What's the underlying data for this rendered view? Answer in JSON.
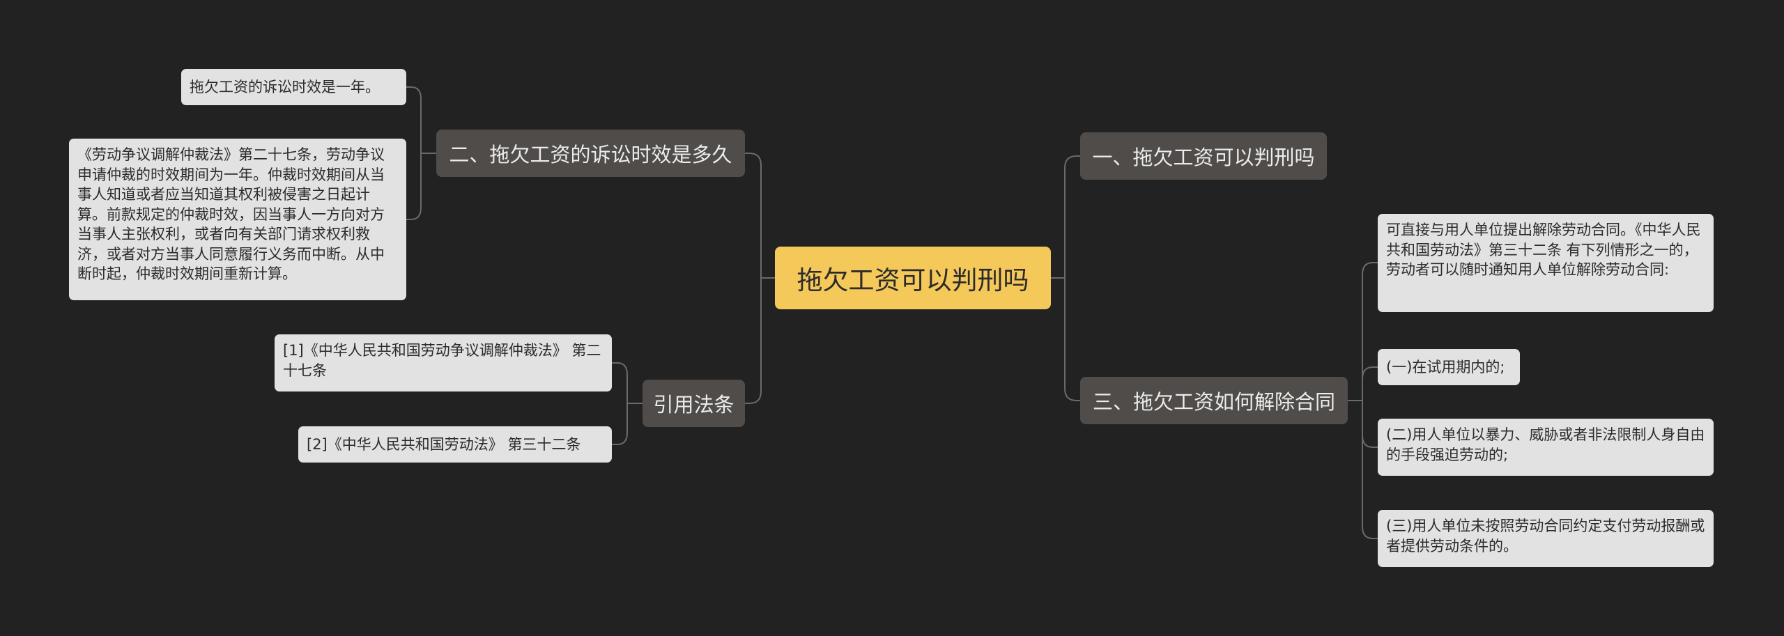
{
  "mindmap": {
    "root": "拖欠工资可以判刑吗",
    "branches": [
      {
        "label": "一、拖欠工资可以判刑吗"
      },
      {
        "label": "二、拖欠工资的诉讼时效是多久",
        "children": [
          "拖欠工资的诉讼时效是一年。",
          "《劳动争议调解仲裁法》第二十七条，劳动争议申请仲裁的时效期间为一年。仲裁时效期间从当事人知道或者应当知道其权利被侵害之日起计算。前款规定的仲裁时效，因当事人一方向对方当事人主张权利，或者向有关部门请求权利救济，或者对方当事人同意履行义务而中断。从中断时起，仲裁时效期间重新计算。"
        ]
      },
      {
        "label": "引用法条",
        "children": [
          "[1]《中华人民共和国劳动争议调解仲裁法》 第二十七条",
          "[2]《中华人民共和国劳动法》 第三十二条"
        ]
      },
      {
        "label": "三、拖欠工资如何解除合同",
        "children": [
          "可直接与用人单位提出解除劳动合同。《中华人民共和国劳动法》第三十二条 有下列情形之一的，劳动者可以随时通知用人单位解除劳动合同:",
          "(一)在试用期内的;",
          "(二)用人单位以暴力、威胁或者非法限制人身自由的手段强迫劳动的;",
          "(三)用人单位未按照劳动合同约定支付劳动报酬或者提供劳动条件的。"
        ]
      }
    ]
  },
  "colors": {
    "background": "#222222",
    "root_fill": "#f5c85a",
    "branch_fill": "#4f4c4a",
    "leaf_fill": "#e2e2e2",
    "connector": "#6a6a6a"
  }
}
